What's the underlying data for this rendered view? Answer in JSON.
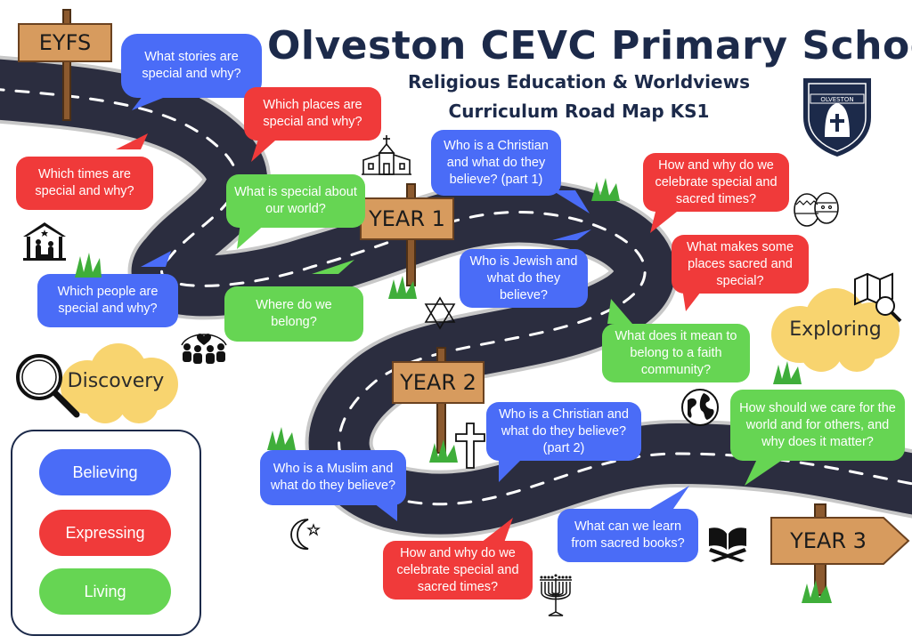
{
  "header": {
    "title": "Olveston CEVC Primary School",
    "subtitle_line1": "Religious Education & Worldviews",
    "subtitle_line2": "Curriculum Road Map KS1",
    "crest_text": "OLVESTON"
  },
  "signs": {
    "eyfs": "EYFS",
    "year1": "YEAR 1",
    "year2": "YEAR 2",
    "year3": "YEAR 3"
  },
  "clouds": {
    "discovery": "Discovery",
    "exploring": "Exploring"
  },
  "bubbles": {
    "stories": "What stories are special and why?",
    "places": "Which places are special and why?",
    "times": "Which times are special and why?",
    "world": "What is special about our world?",
    "people": "Which people are special and why?",
    "belong": "Where do we belong?",
    "christian1": "Who is a Christian and what do they believe? (part 1)",
    "jewish": "Who is Jewish and what do they believe?",
    "celebrate1": "How and why do we celebrate special and sacred times?",
    "sacred_places": "What makes some places sacred and special?",
    "faith_community": "What does it mean to belong to a faith community?",
    "care_world": "How should we care for the world and for others, and why does it matter?",
    "christian2": "Who is a Christian and what do they believe? (part 2)",
    "muslim": "Who is a Muslim and what do they believe?",
    "sacred_books": "What can we learn from sacred books?",
    "celebrate2": "How and why do we celebrate special and sacred times?"
  },
  "legend": {
    "believing": "Believing",
    "expressing": "Expressing",
    "living": "Living"
  },
  "colors": {
    "believing": "#4a6cf7",
    "expressing": "#f03a3a",
    "living": "#66d553",
    "road": "#2b2d3f",
    "title": "#1c2a4a",
    "cloud": "#f8d46f",
    "sign": "#d79b5e"
  },
  "icons": [
    "church-icon",
    "nativity-icon",
    "star-of-david-icon",
    "people-heart-icon",
    "magnifier-icon",
    "easter-eggs-icon",
    "map-search-icon",
    "globe-icon",
    "cross-icon",
    "crescent-star-icon",
    "quran-icon",
    "menorah-icon",
    "grass-icon"
  ]
}
